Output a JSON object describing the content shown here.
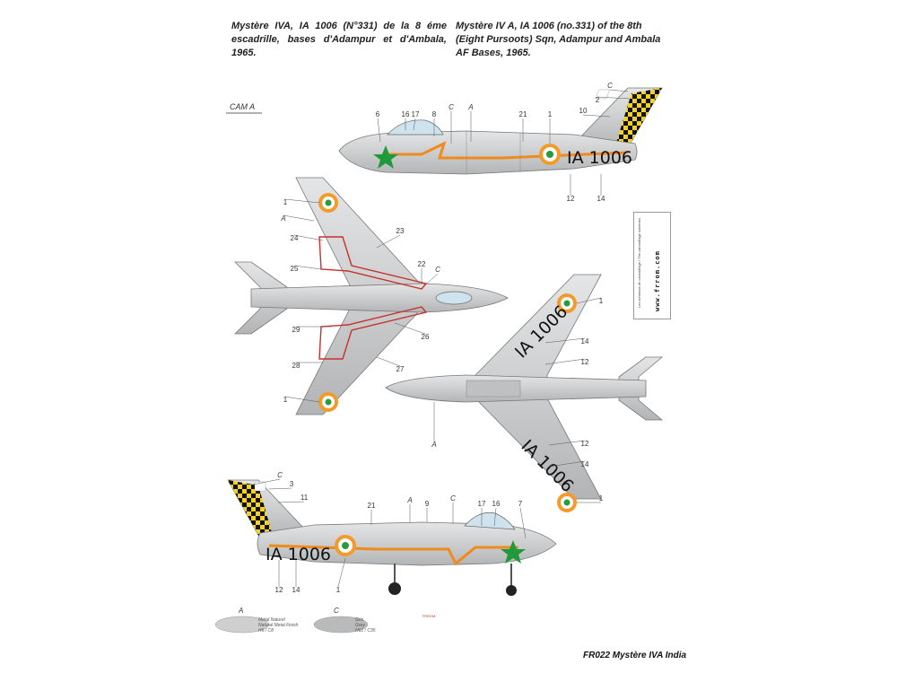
{
  "captions": {
    "french": "Mystère IVA, IA 1006 (N°331) de la 8 éme escadrille, bases d'Adampur et d'Ambala, 1965.",
    "english": "Mystère IV A, IA 1006 (no.331) of the 8th (Eight Pursoots) Sqn, Adampur and Ambala AF Bases, 1965."
  },
  "camouflage_label": "CAM A",
  "registration": "IA 1006",
  "registration_parts": {
    "prefix": "IA",
    "number": "1006"
  },
  "callouts": {
    "top_profile": [
      "6",
      "16",
      "17",
      "8",
      "C",
      "A",
      "21",
      "1",
      "C",
      "2",
      "10",
      "12",
      "14"
    ],
    "upper_planform": [
      "1",
      "A",
      "24",
      "23",
      "25",
      "22",
      "C",
      "29",
      "26",
      "28",
      "27",
      "1"
    ],
    "lower_planform": [
      "1",
      "14",
      "12",
      "A",
      "12",
      "14",
      "1"
    ],
    "bottom_profile": [
      "C",
      "3",
      "11",
      "21",
      "A",
      "9",
      "C",
      "17",
      "16",
      "7",
      "12",
      "14",
      "1"
    ]
  },
  "sidebar": {
    "small_text": "Les schémas de camouflage / The camouflage schemes",
    "url": "www.frrom.com"
  },
  "legend": [
    {
      "letter": "A",
      "lines": [
        "Métal Naturel",
        "Natural Metal Finish",
        "H6 / C8"
      ],
      "color": "#cfcfcf"
    },
    {
      "letter": "C",
      "lines": [
        "Gris",
        "Grey",
        "H61 / C35"
      ],
      "color": "#b9babb"
    }
  ],
  "logo_text": "FRROM",
  "footer": "FR022  Mystère IVA  India",
  "colors": {
    "fuselage": "#d4d5d6",
    "fuselage_dark": "#9ea0a2",
    "orange": "#f08a1c",
    "green": "#1f9a3a",
    "red_outline": "#c8302a",
    "checker_yellow": "#f4d21f",
    "checker_black": "#111111",
    "canopy": "#cfe3ef",
    "saffron": "#f39a2a",
    "india_green": "#2b9a3c"
  }
}
